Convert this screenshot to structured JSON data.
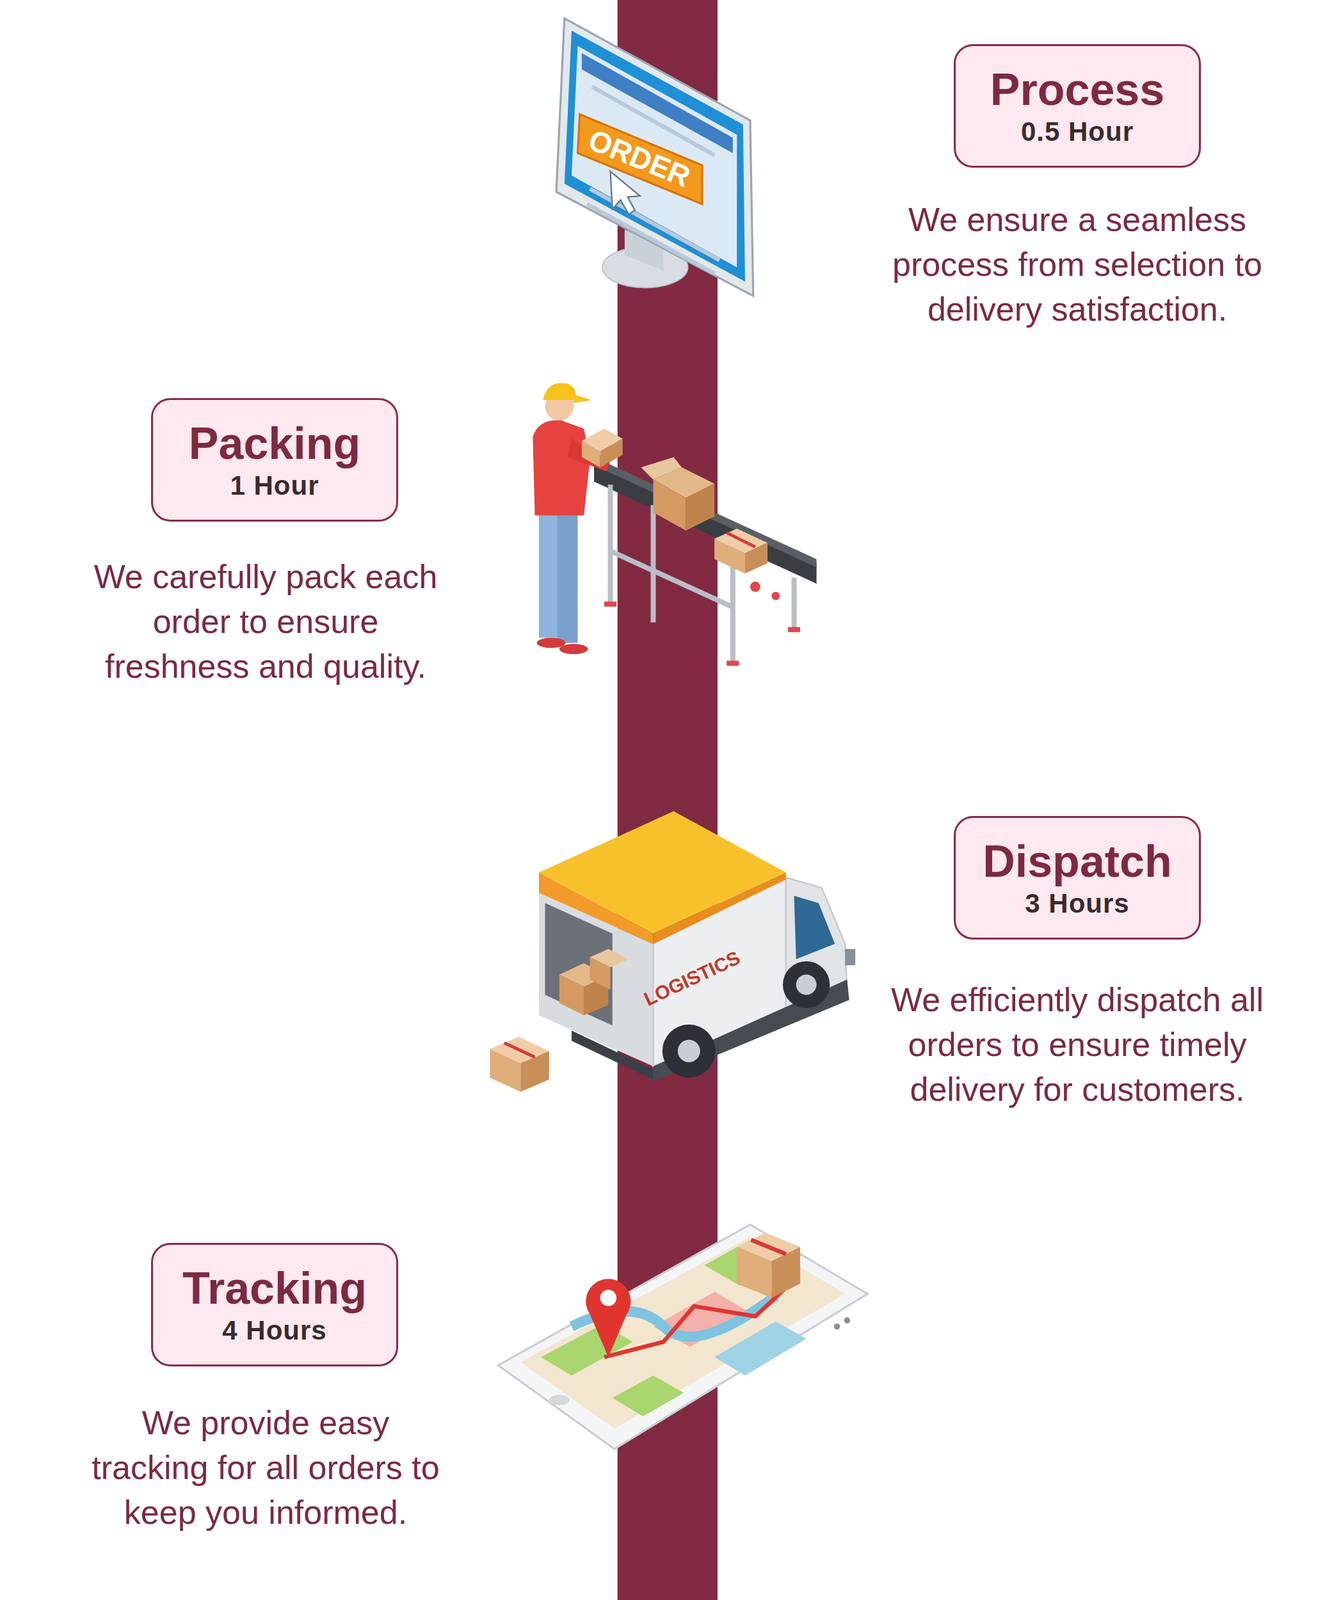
{
  "diagram": {
    "nodes": [
      {
        "text": [
          "Process",
          "0.5 Hour"
        ]
      },
      {
        "text": [
          "Packing",
          "1 Hour"
        ]
      },
      {
        "text": [
          "Dispatch",
          "3 Hours"
        ]
      },
      {
        "text": [
          "Tracking",
          "4 Hours"
        ]
      }
    ],
    "labels": [
      "ORDER",
      "We ensure a seamless process from selection to delivery satisfaction.",
      "We carefully pack each order to ensure freshness and quality.",
      "LOGISTICS",
      "We efficiently dispatch all orders to ensure timely delivery for customers.",
      "We provide easy tracking for all orders to keep you informed."
    ]
  }
}
